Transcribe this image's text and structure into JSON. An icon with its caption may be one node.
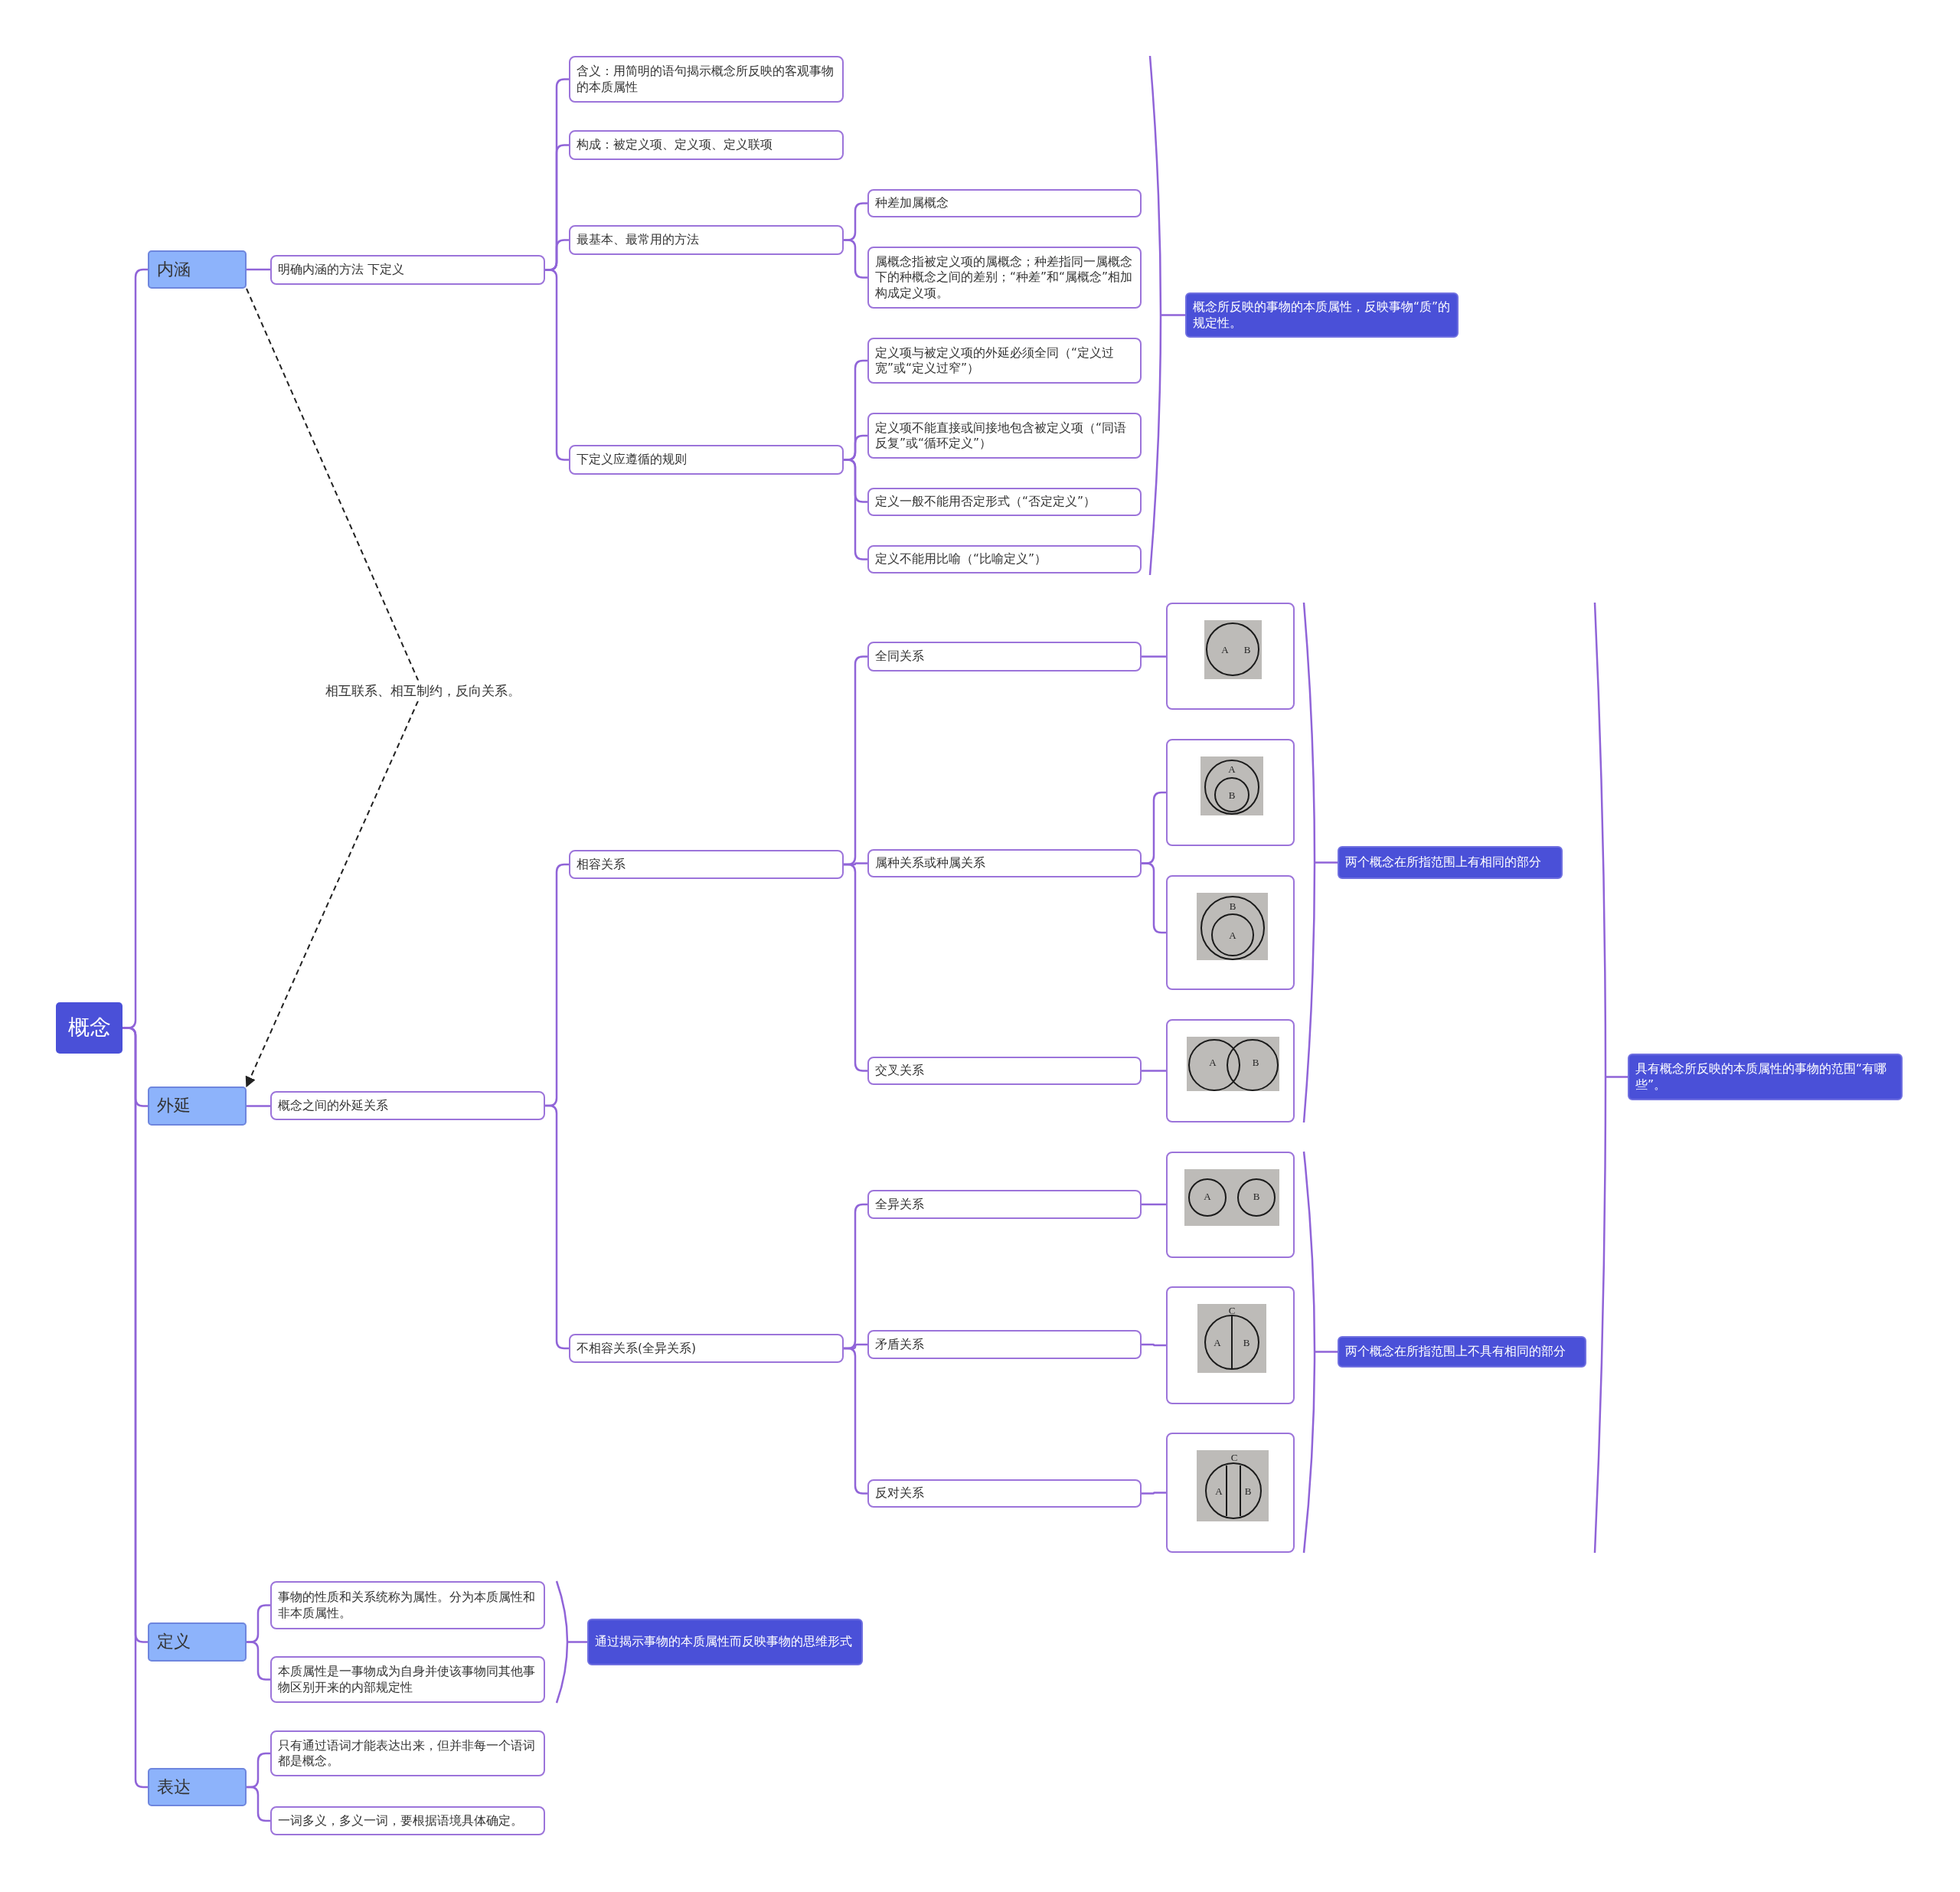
{
  "diagram": {
    "nodes": [
      {
        "text": [
          "概念"
        ]
      },
      {
        "text": [
          "内涵"
        ]
      },
      {
        "text": [
          "明确内涵的方法 下定义"
        ]
      },
      {
        "text": [
          "含义：用简明的语句揭示概念所反映的客观事物的本质属性"
        ]
      },
      {
        "text": [
          "构成：被定义项、定义项、定义联项"
        ]
      },
      {
        "text": [
          "最基本、最常用的方法"
        ]
      },
      {
        "text": [
          "种差加属概念"
        ]
      },
      {
        "text": [
          "属概念指被定义项的属概念；种差指同一属概念下的种概念之间的差别；“种差”和“属概念”相加构成定义项。"
        ]
      },
      {
        "text": [
          "下定义应遵循的规则"
        ]
      },
      {
        "text": [
          "定义项与被定义项的外延必须全同（“定义过宽”或“定义过窄”）"
        ]
      },
      {
        "text": [
          "定义项不能直接或间接地包含被定义项（“同语反复”或“循环定义”）"
        ]
      },
      {
        "text": [
          "定义一般不能用否定形式（“否定定义”）"
        ]
      },
      {
        "text": [
          "定义不能用比喻（“比喻定义”）"
        ]
      },
      {
        "text": [
          "概念所反映的事物的本质属性，反映事物“质”的规定性。"
        ]
      },
      {
        "text": [
          "外延"
        ]
      },
      {
        "text": [
          "概念之间的外延关系"
        ]
      },
      {
        "text": [
          "相容关系"
        ]
      },
      {
        "text": [
          "全同关系"
        ]
      },
      {
        "text": [
          "A",
          "B"
        ]
      },
      {
        "text": [
          "属种关系或种属关系"
        ]
      },
      {
        "text": [
          "A",
          "B"
        ]
      },
      {
        "text": [
          "B",
          "A"
        ]
      },
      {
        "text": [
          "交叉关系"
        ]
      },
      {
        "text": [
          "A",
          "B"
        ]
      },
      {
        "text": [
          "两个概念在所指范围上有相同的部分"
        ]
      },
      {
        "text": [
          "不相容关系(全异关系)"
        ]
      },
      {
        "text": [
          "全异关系"
        ]
      },
      {
        "text": [
          "A",
          "B"
        ]
      },
      {
        "text": [
          "矛盾关系"
        ]
      },
      {
        "text": [
          "C",
          "A",
          "B"
        ]
      },
      {
        "text": [
          "反对关系"
        ]
      },
      {
        "text": [
          "C",
          "A",
          "B"
        ]
      },
      {
        "text": [
          "两个概念在所指范围上不具有相同的部分"
        ]
      },
      {
        "text": [
          "具有概念所反映的本质属性的事物的范围“有哪些”。"
        ]
      },
      {
        "text": [
          "定义"
        ]
      },
      {
        "text": [
          "事物的性质和关系统称为属性。分为本质属性和非本质属性。"
        ]
      },
      {
        "text": [
          "本质属性是一事物成为自身并使该事物同其他事物区别开来的内部规定性"
        ]
      },
      {
        "text": [
          "通过揭示事物的本质属性而反映事物的思维形式"
        ]
      },
      {
        "text": [
          "表达"
        ]
      },
      {
        "text": [
          "只有通过语词才能表达出来，但并非每一个语词都是概念。"
        ]
      },
      {
        "text": [
          "一词多义，多义一词，要根据语境具体确定。"
        ]
      }
    ],
    "edges": [
      {
        "from": 0,
        "to": 1,
        "arrow": "none"
      },
      {
        "from": 0,
        "to": 14,
        "arrow": "none"
      },
      {
        "from": 0,
        "to": 34,
        "arrow": "none"
      },
      {
        "from": 0,
        "to": 38,
        "arrow": "none"
      },
      {
        "from": 1,
        "to": 2,
        "arrow": "none"
      },
      {
        "from": 2,
        "to": 3,
        "arrow": "none"
      },
      {
        "from": 2,
        "to": 4,
        "arrow": "none"
      },
      {
        "from": 2,
        "to": 5,
        "arrow": "none"
      },
      {
        "from": 2,
        "to": 8,
        "arrow": "none"
      },
      {
        "from": 5,
        "to": 6,
        "arrow": "none"
      },
      {
        "from": 5,
        "to": 7,
        "arrow": "none"
      },
      {
        "from": 8,
        "to": 9,
        "arrow": "none"
      },
      {
        "from": 8,
        "to": 10,
        "arrow": "none"
      },
      {
        "from": 8,
        "to": 11,
        "arrow": "none"
      },
      {
        "from": 8,
        "to": 12,
        "arrow": "none"
      },
      {
        "from": 1,
        "to": 14,
        "arrow": "to",
        "label": "相互联系、相互制约，反向关系。",
        "style": "dashed",
        "color": "#222222"
      },
      {
        "from": 14,
        "to": 15,
        "arrow": "none"
      },
      {
        "from": 15,
        "to": 16,
        "arrow": "none"
      },
      {
        "from": 15,
        "to": 25,
        "arrow": "none"
      },
      {
        "from": 16,
        "to": 17,
        "arrow": "none"
      },
      {
        "from": 16,
        "to": 19,
        "arrow": "none"
      },
      {
        "from": 16,
        "to": 22,
        "arrow": "none"
      },
      {
        "from": 17,
        "to": 18,
        "arrow": "none"
      },
      {
        "from": 19,
        "to": 20,
        "arrow": "none"
      },
      {
        "from": 19,
        "to": 21,
        "arrow": "none"
      },
      {
        "from": 22,
        "to": 23,
        "arrow": "none"
      },
      {
        "from": 25,
        "to": 26,
        "arrow": "none"
      },
      {
        "from": 25,
        "to": 28,
        "arrow": "none"
      },
      {
        "from": 25,
        "to": 30,
        "arrow": "none"
      },
      {
        "from": 26,
        "to": 27,
        "arrow": "none"
      },
      {
        "from": 28,
        "to": 29,
        "arrow": "none"
      },
      {
        "from": 30,
        "to": 31,
        "arrow": "none"
      },
      {
        "from": 34,
        "to": 35,
        "arrow": "none"
      },
      {
        "from": 34,
        "to": 36,
        "arrow": "none"
      },
      {
        "from": 38,
        "to": 39,
        "arrow": "none"
      },
      {
        "from": 38,
        "to": 40,
        "arrow": "none"
      }
    ]
  }
}
